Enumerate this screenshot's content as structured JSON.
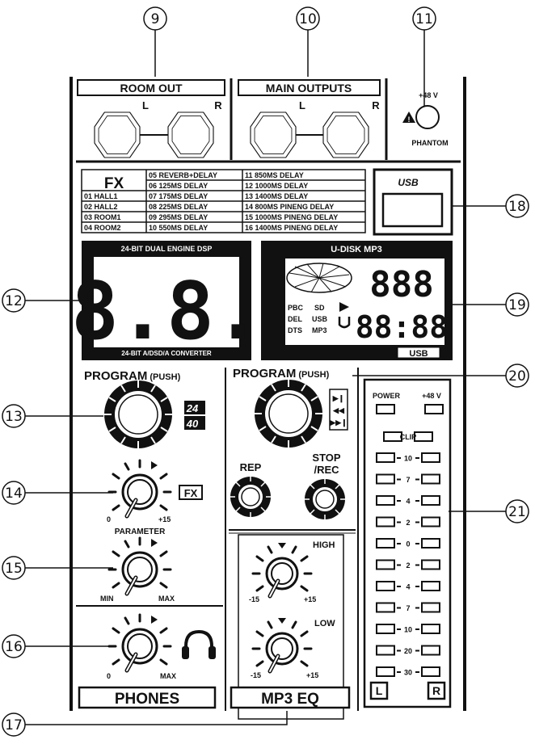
{
  "callouts": {
    "c9": "9",
    "c10": "10",
    "c11": "11",
    "c12": "12",
    "c13": "13",
    "c14": "14",
    "c15": "15",
    "c16": "16",
    "c17": "17",
    "c18": "18",
    "c19": "19",
    "c20": "20",
    "c21": "21"
  },
  "jacks": {
    "room_out": "ROOM OUT",
    "main_outputs": "MAIN OUTPUTS",
    "left": "L",
    "right": "R",
    "phantom_voltage": "+48 V",
    "phantom": "PHANTOM"
  },
  "fx_table": {
    "title": "FX",
    "col1": [
      "01 HALL1",
      "02 HALL2",
      "03 ROOM1",
      "04 ROOM2"
    ],
    "col2": [
      "05 REVERB+DELAY",
      "06 125MS DELAY",
      "07 175MS DELAY",
      "08 225MS DELAY",
      "09 295MS DELAY",
      "10 550MS DELAY"
    ],
    "col3": [
      "11 850MS DELAY",
      "12 1000MS DELAY",
      "13 1400MS DELAY",
      "14 800MS PINENG DELAY",
      "15 1000MS PINENG DELAY",
      "16 1400MS PINENG DELAY"
    ]
  },
  "usb_port": {
    "label": "USB"
  },
  "dsp_display": {
    "header": "24-BIT DUAL ENGINE DSP",
    "digits": "8.8.",
    "footer": "24-BIT A/DSD/A CONVERTER"
  },
  "mp3_display": {
    "header": "U-DISK MP3",
    "digits_top": "888",
    "digits_bottom": "88:88",
    "tag_pbc": "PBC",
    "tag_sd": "SD",
    "tag_del": "DEL",
    "tag_usb": "USB",
    "tag_dts": "DTS",
    "tag_mp3": "MP3",
    "footer": "USB"
  },
  "fx_section": {
    "program": "PROGRAM",
    "push": "(PUSH)",
    "badge_top": "24",
    "badge_bottom": "40",
    "fx_badge": "FX",
    "level_min": "0",
    "level_max": "+15",
    "parameter": "PARAMETER",
    "param_min": "MIN",
    "param_max": "MAX"
  },
  "phones": {
    "min": "0",
    "max": "MAX",
    "label": "PHONES"
  },
  "mp3_player": {
    "program": "PROGRAM",
    "push": "(PUSH)",
    "rep": "REP",
    "stop_line1": "STOP",
    "stop_line2": "/REC",
    "transport_play": "▶❙",
    "transport_prev": "◀◀",
    "transport_next": "▶▶❙"
  },
  "mp3_eq": {
    "high": "HIGH",
    "low": "LOW",
    "min": "-15",
    "max": "+15",
    "label": "MP3 EQ"
  },
  "meter": {
    "power": "POWER",
    "phantom": "+48 V",
    "clip": "CLIP",
    "scale": [
      "10",
      "7",
      "4",
      "2",
      "0",
      "2",
      "4",
      "7",
      "10",
      "20",
      "30"
    ],
    "left": "L",
    "right": "R"
  }
}
